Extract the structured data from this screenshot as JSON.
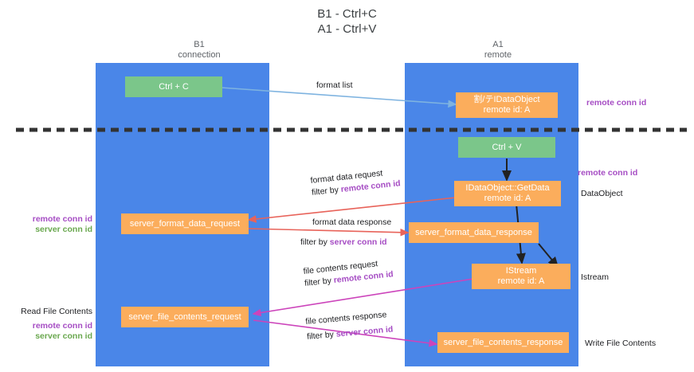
{
  "title": {
    "line1": "B1 - Ctrl+C",
    "line2": "A1 - Ctrl+V"
  },
  "columns": [
    {
      "name": "B1",
      "role": "connection"
    },
    {
      "name": "A1",
      "role": "remote"
    }
  ],
  "boxes": {
    "ctrl_c": "Ctrl + C",
    "ctrl_v": "Ctrl + V",
    "idataobject_top_l1": "割/テIDataObject",
    "idataobject_top_l2": "remote id: A",
    "getdata_l1": "IDataObject::GetData",
    "getdata_l2": "remote id: A",
    "istream_l1": "IStream",
    "istream_l2": "remote id: A",
    "server_format_data_request": "server_format_data_request",
    "server_format_data_response": "server_format_data_response",
    "server_file_contents_request": "server_file_contents_request",
    "server_file_contents_response": "server_file_contents_response"
  },
  "arrow_labels": {
    "format_list": "format list",
    "format_data_request": "format data request",
    "format_data_request_filter_prefix": "filter by ",
    "format_data_request_filter_key": "remote conn id",
    "format_data_response": "format data response",
    "format_data_response_filter_prefix": "filter by ",
    "format_data_response_filter_key": "server conn id",
    "file_contents_request": "file contents request",
    "file_contents_request_filter_prefix": "filter by ",
    "file_contents_request_filter_key": "remote conn id",
    "file_contents_response": "file contents response",
    "file_contents_response_filter_prefix": "filter by ",
    "file_contents_response_filter_key": "server conn id"
  },
  "left_notes": {
    "format_remote": "remote conn id",
    "format_server": "server conn id",
    "read_file_contents": "Read File Contents",
    "file_remote": "remote conn id",
    "file_server": "server conn id"
  },
  "right_notes": {
    "top_remote_conn_id": "remote conn id",
    "mid_remote_conn_id": "remote conn id",
    "dataobject": "DataObject",
    "istream": "Istream",
    "write_file_contents": "Write File Contents"
  },
  "colors": {
    "lane": "#4a86e8",
    "box_green": "#7bc68a",
    "box_orange": "#fbad5c",
    "purple": "#a64dc4",
    "green_text": "#6aa84f",
    "divider": "#333333",
    "arrow_blue": "#7eb3e0",
    "arrow_red": "#e8635a",
    "arrow_magenta": "#cc44bb",
    "arrow_black": "#222222"
  }
}
